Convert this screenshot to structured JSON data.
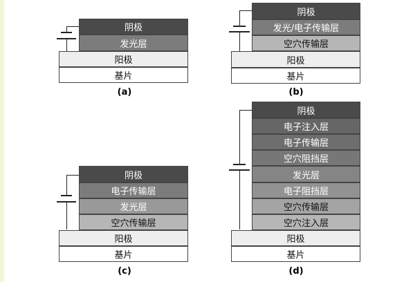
{
  "colors": {
    "cathode_fill": "#4a4a4a",
    "cathode_text": "#ffffff",
    "functional_fill": "#7c7c7c",
    "functional_text": "#ffffff",
    "hole_fill": "#b6b6b6",
    "hole_text": "#111111",
    "anode_fill": "#eeeeee",
    "substrate_fill": "#ffffff",
    "light_text": "#111111"
  },
  "diagrams": {
    "a": {
      "caption": "(a)",
      "layers": [
        "阴极",
        "发光层",
        "阳极",
        "基片"
      ]
    },
    "b": {
      "caption": "(b)",
      "layers": [
        "阴极",
        "发光/电子传输层",
        "空穴传输层",
        "阳极",
        "基片"
      ]
    },
    "c": {
      "caption": "(c)",
      "layers": [
        "阴极",
        "电子传输层",
        "发光层",
        "空穴传输层",
        "阳极",
        "基片"
      ]
    },
    "d": {
      "caption": "(d)",
      "layers": [
        "阴极",
        "电子注入层",
        "电子传输层",
        "空穴阻挡层",
        "发光层",
        "电子阻挡层",
        "空穴传输层",
        "空穴注入层",
        "阳极",
        "基片"
      ]
    }
  }
}
